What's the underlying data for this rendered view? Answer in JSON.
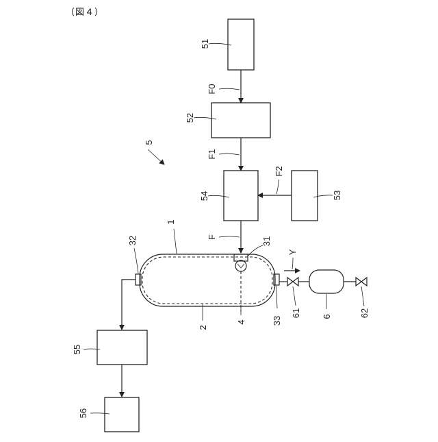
{
  "figure": {
    "caption": "（図４）",
    "labels": {
      "system": "5",
      "tank": "1",
      "interior": "2",
      "port_inlet": "31",
      "port_left": "32",
      "port_outlet": "33",
      "dashed_line": "4",
      "device_51": "51",
      "device_52": "52",
      "device_53": "53",
      "device_54": "54",
      "device_55": "55",
      "device_56": "56",
      "valve_61": "61",
      "valve_62": "62",
      "container": "6",
      "flow_f0": "F0",
      "flow_f1": "F1",
      "flow_f2": "F2",
      "flow_f": "F",
      "direction_y": "Y"
    }
  }
}
